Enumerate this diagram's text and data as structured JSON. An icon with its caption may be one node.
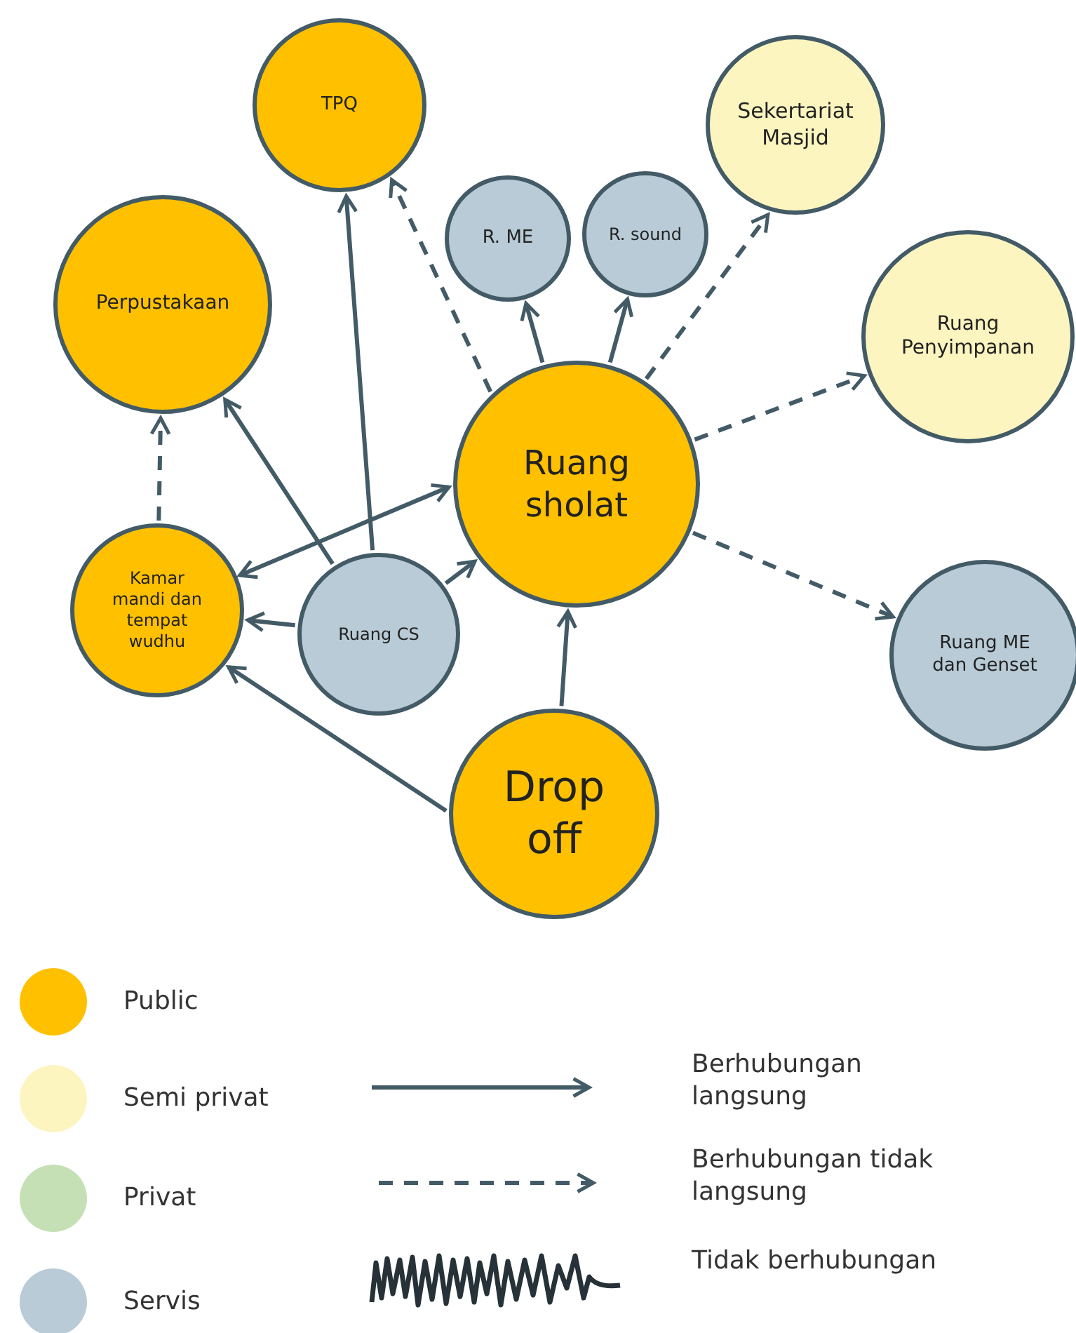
{
  "diagram": {
    "nodes": [
      {
        "text": [
          "TPQ"
        ]
      },
      {
        "text": [
          "Sekertariat Masjid"
        ]
      },
      {
        "text": [
          "R. ME"
        ]
      },
      {
        "text": [
          "R. sound"
        ]
      },
      {
        "text": [
          "Perpustakaan"
        ]
      },
      {
        "text": [
          "Ruang Penyimpanan"
        ]
      },
      {
        "text": [
          "Ruang sholat"
        ]
      },
      {
        "text": [
          "Kamar mandi dan tempat wudhu"
        ]
      },
      {
        "text": [
          "Ruang CS"
        ]
      },
      {
        "text": [
          "Ruang ME dan Genset"
        ]
      },
      {
        "text": [
          "Drop off"
        ]
      }
    ],
    "edges": [
      {
        "from": 6,
        "to": 0,
        "arrow": "to",
        "style": "dashed"
      },
      {
        "from": 8,
        "to": 0,
        "arrow": "to"
      },
      {
        "from": 6,
        "to": 2,
        "arrow": "to"
      },
      {
        "from": 6,
        "to": 3,
        "arrow": "to"
      },
      {
        "from": 6,
        "to": 1,
        "arrow": "to",
        "style": "dashed"
      },
      {
        "from": 6,
        "to": 5,
        "arrow": "to",
        "style": "dashed"
      },
      {
        "from": 7,
        "to": 4,
        "arrow": "to",
        "style": "dashed"
      },
      {
        "from": 8,
        "to": 4,
        "arrow": "to"
      },
      {
        "from": 7,
        "to": 6,
        "arrow": "both"
      },
      {
        "from": 8,
        "to": 7,
        "arrow": "to"
      },
      {
        "from": 8,
        "to": 6,
        "arrow": "to"
      },
      {
        "from": 6,
        "to": 9,
        "arrow": "to",
        "style": "dashed"
      },
      {
        "from": 10,
        "to": 6,
        "arrow": "to"
      },
      {
        "from": 10,
        "to": 7,
        "arrow": "to"
      }
    ],
    "legend": [
      {
        "text": "Public",
        "color": "#ffc000"
      },
      {
        "text": "Semi privat",
        "color": "#fdf5c0"
      },
      {
        "text": "Privat",
        "color": "#c5e0b4"
      },
      {
        "text": "Servis",
        "color": "#b8cbd6"
      },
      {
        "text": "Berhubungan langsung"
      },
      {
        "text": "Berhubungan tidak langsung"
      },
      {
        "text": "Tidak berhubungan"
      }
    ]
  }
}
